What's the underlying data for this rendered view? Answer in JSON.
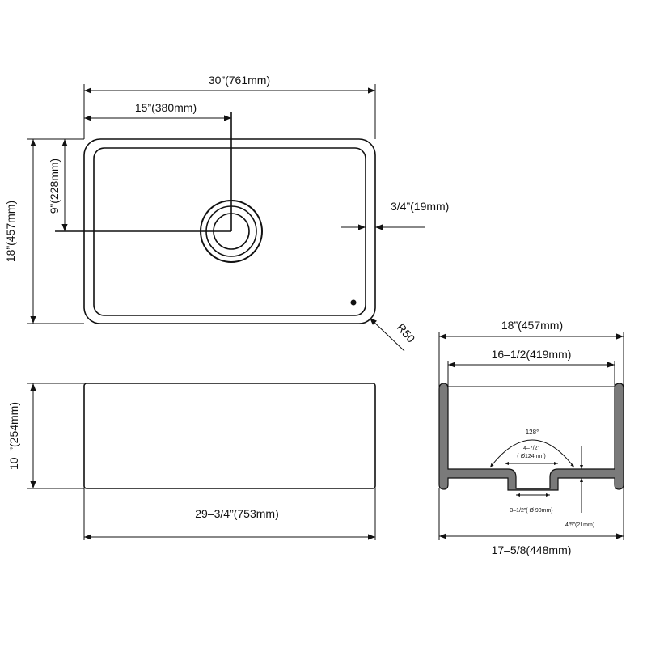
{
  "top_view": {
    "overall_length": "30”(761mm)",
    "drain_offset_x": "15”(380mm)",
    "drain_offset_y": "9”(228mm)",
    "overall_width": "18”(457mm)",
    "wall_thickness": "3/4”(19mm)",
    "corner_radius": "R50"
  },
  "front_view": {
    "height": "10–”(254mm)",
    "bottom_length": "29–3/4”(753mm)"
  },
  "section_view": {
    "top_width": "18”(457mm)",
    "inner_width": "16–1/2(419mm)",
    "angle": "128°",
    "drain_recess": "4–7/2”",
    "drain_recess_mm": "( Ø124mm)",
    "drain_hole": "3–1/2”( Ø 90mm)",
    "bottom_thickness": "4/5”(21mm)",
    "bottom_width": "17–5/8(448mm)"
  },
  "colors": {
    "line": "#111111",
    "section_fill": "#7a7a7a",
    "background": "#ffffff"
  }
}
